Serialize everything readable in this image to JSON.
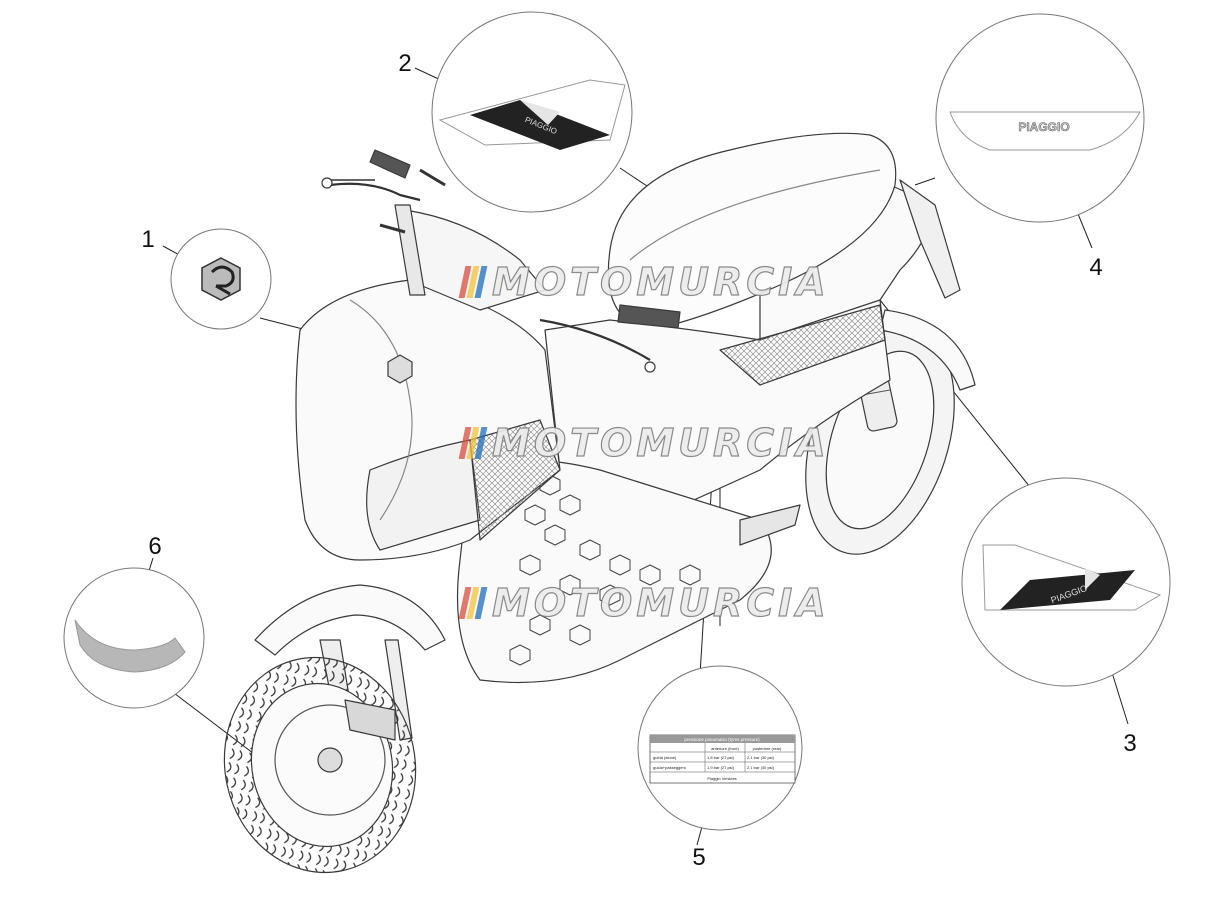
{
  "diagram": {
    "callouts": [
      {
        "id": "1",
        "label": "1"
      },
      {
        "id": "2",
        "label": "2"
      },
      {
        "id": "3",
        "label": "3"
      },
      {
        "id": "4",
        "label": "4"
      },
      {
        "id": "5",
        "label": "5"
      },
      {
        "id": "6",
        "label": "6"
      }
    ],
    "detail_4_brand": "PIAGGIO",
    "detail_3_brand": "PIAGGIO",
    "detail_2_brand": "PIAGGIO",
    "tyre_label": {
      "title": "pressione pneumatici (tyres pressure)",
      "col1": "anteriore (front)",
      "col2": "posteriore (rear)",
      "row1_label": "guida (alone)",
      "row1_front": "1,8 bar (27 psi)",
      "row1_rear": "2,1 bar (30 psi)",
      "row2_label": "guida+passeggero",
      "row2_front": "1,9 bar (27 psi)",
      "row2_rear": "2,1 bar (30 psi)",
      "footer": "Piaggio Vehicles"
    }
  },
  "watermark": {
    "text": "MOTOMURCIA",
    "flag_colors": [
      "#d94c3d",
      "#f2c23a",
      "#1f6fb8"
    ]
  }
}
